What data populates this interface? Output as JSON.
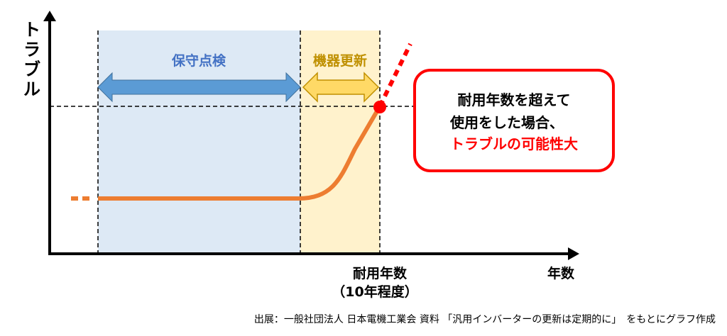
{
  "y_axis_label": [
    "ト",
    "ラ",
    "ブ",
    "ル"
  ],
  "x_axis_label": "年数",
  "service_life_label": "耐用年数",
  "service_life_sub": "（10年程度）",
  "phase_maintenance": "保守点検",
  "phase_replacement": "機器更新",
  "callout": {
    "line1": "耐用年数を超えて",
    "line2": "使用をした場合、",
    "line3": "トラブルの可能性大"
  },
  "source": "出展：一般社団法人 日本電機工業会 資料 「汎用インバーターの更新は定期的に」　をもとにグラフ作成",
  "colors": {
    "maintenance_fill": "#dde9f5",
    "maintenance_arrow": "#5b9bd5",
    "maintenance_text": "#4472c4",
    "replacement_fill": "#fff2cc",
    "replacement_arrow": "#ffd966",
    "replacement_text": "#bf9000",
    "curve": "#ed7d31",
    "alert": "#ff0000"
  }
}
